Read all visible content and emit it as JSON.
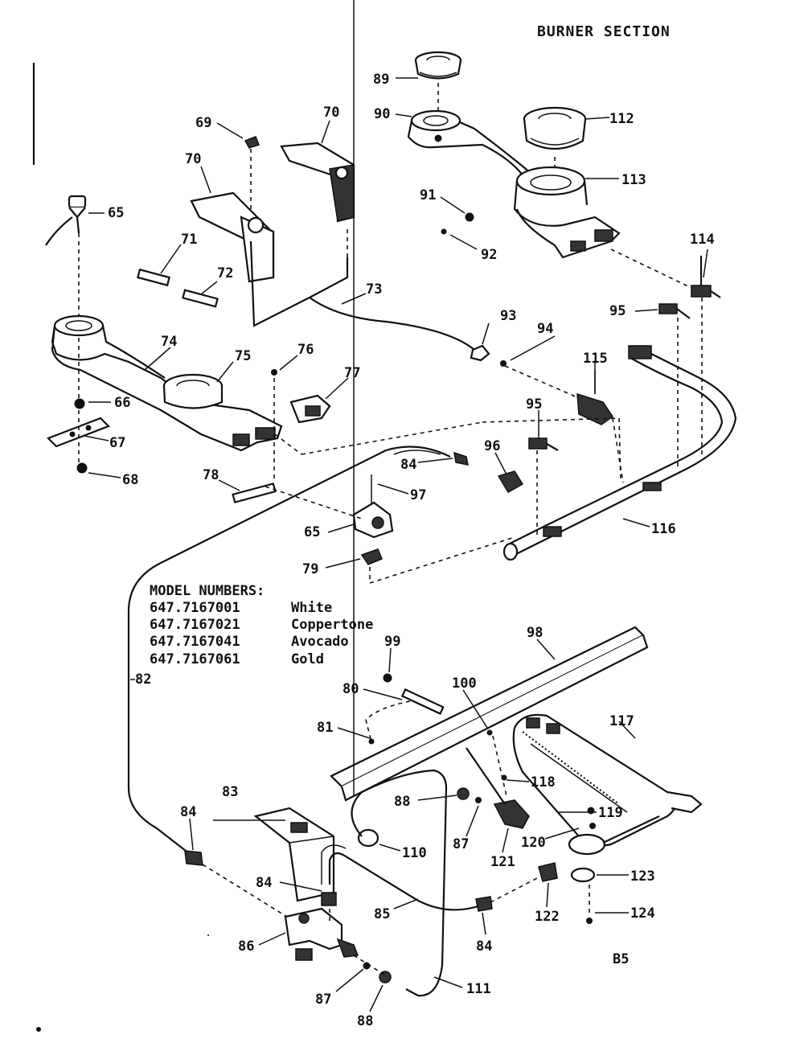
{
  "title": "BURNER SECTION",
  "page_code": "B5",
  "model_numbers": {
    "heading": "MODEL NUMBERS:",
    "rows": [
      {
        "number": "647.7167001",
        "color": "White"
      },
      {
        "number": "647.7167021",
        "color": "Coppertone"
      },
      {
        "number": "647.7167041",
        "color": "Avocado"
      },
      {
        "number": "647.7167061",
        "color": "Gold"
      }
    ]
  },
  "callouts": {
    "c65a": "65",
    "c65b": "65",
    "c66": "66",
    "c67": "67",
    "c68": "68",
    "c69": "69",
    "c70a": "70",
    "c70b": "70",
    "c71": "71",
    "c72": "72",
    "c73": "73",
    "c74": "74",
    "c75": "75",
    "c76": "76",
    "c77": "77",
    "c78": "78",
    "c79": "79",
    "c80": "80",
    "c81": "81",
    "c82": "82",
    "c83": "83",
    "c84a": "84",
    "c84b": "84",
    "c84c": "84",
    "c84d": "84",
    "c85": "85",
    "c86": "86",
    "c87a": "87",
    "c87b": "87",
    "c88a": "88",
    "c88b": "88",
    "c89": "89",
    "c90": "90",
    "c91": "91",
    "c92": "92",
    "c93": "93",
    "c94": "94",
    "c95a": "95",
    "c95b": "95",
    "c96": "96",
    "c97": "97",
    "c98": "98",
    "c99": "99",
    "c100": "100",
    "c110": "110",
    "c111": "111",
    "c112": "112",
    "c113": "113",
    "c114": "114",
    "c115": "115",
    "c116": "116",
    "c117": "117",
    "c118": "118",
    "c119": "119",
    "c120": "120",
    "c121": "121",
    "c122": "122",
    "c123": "123",
    "c124": "124"
  }
}
